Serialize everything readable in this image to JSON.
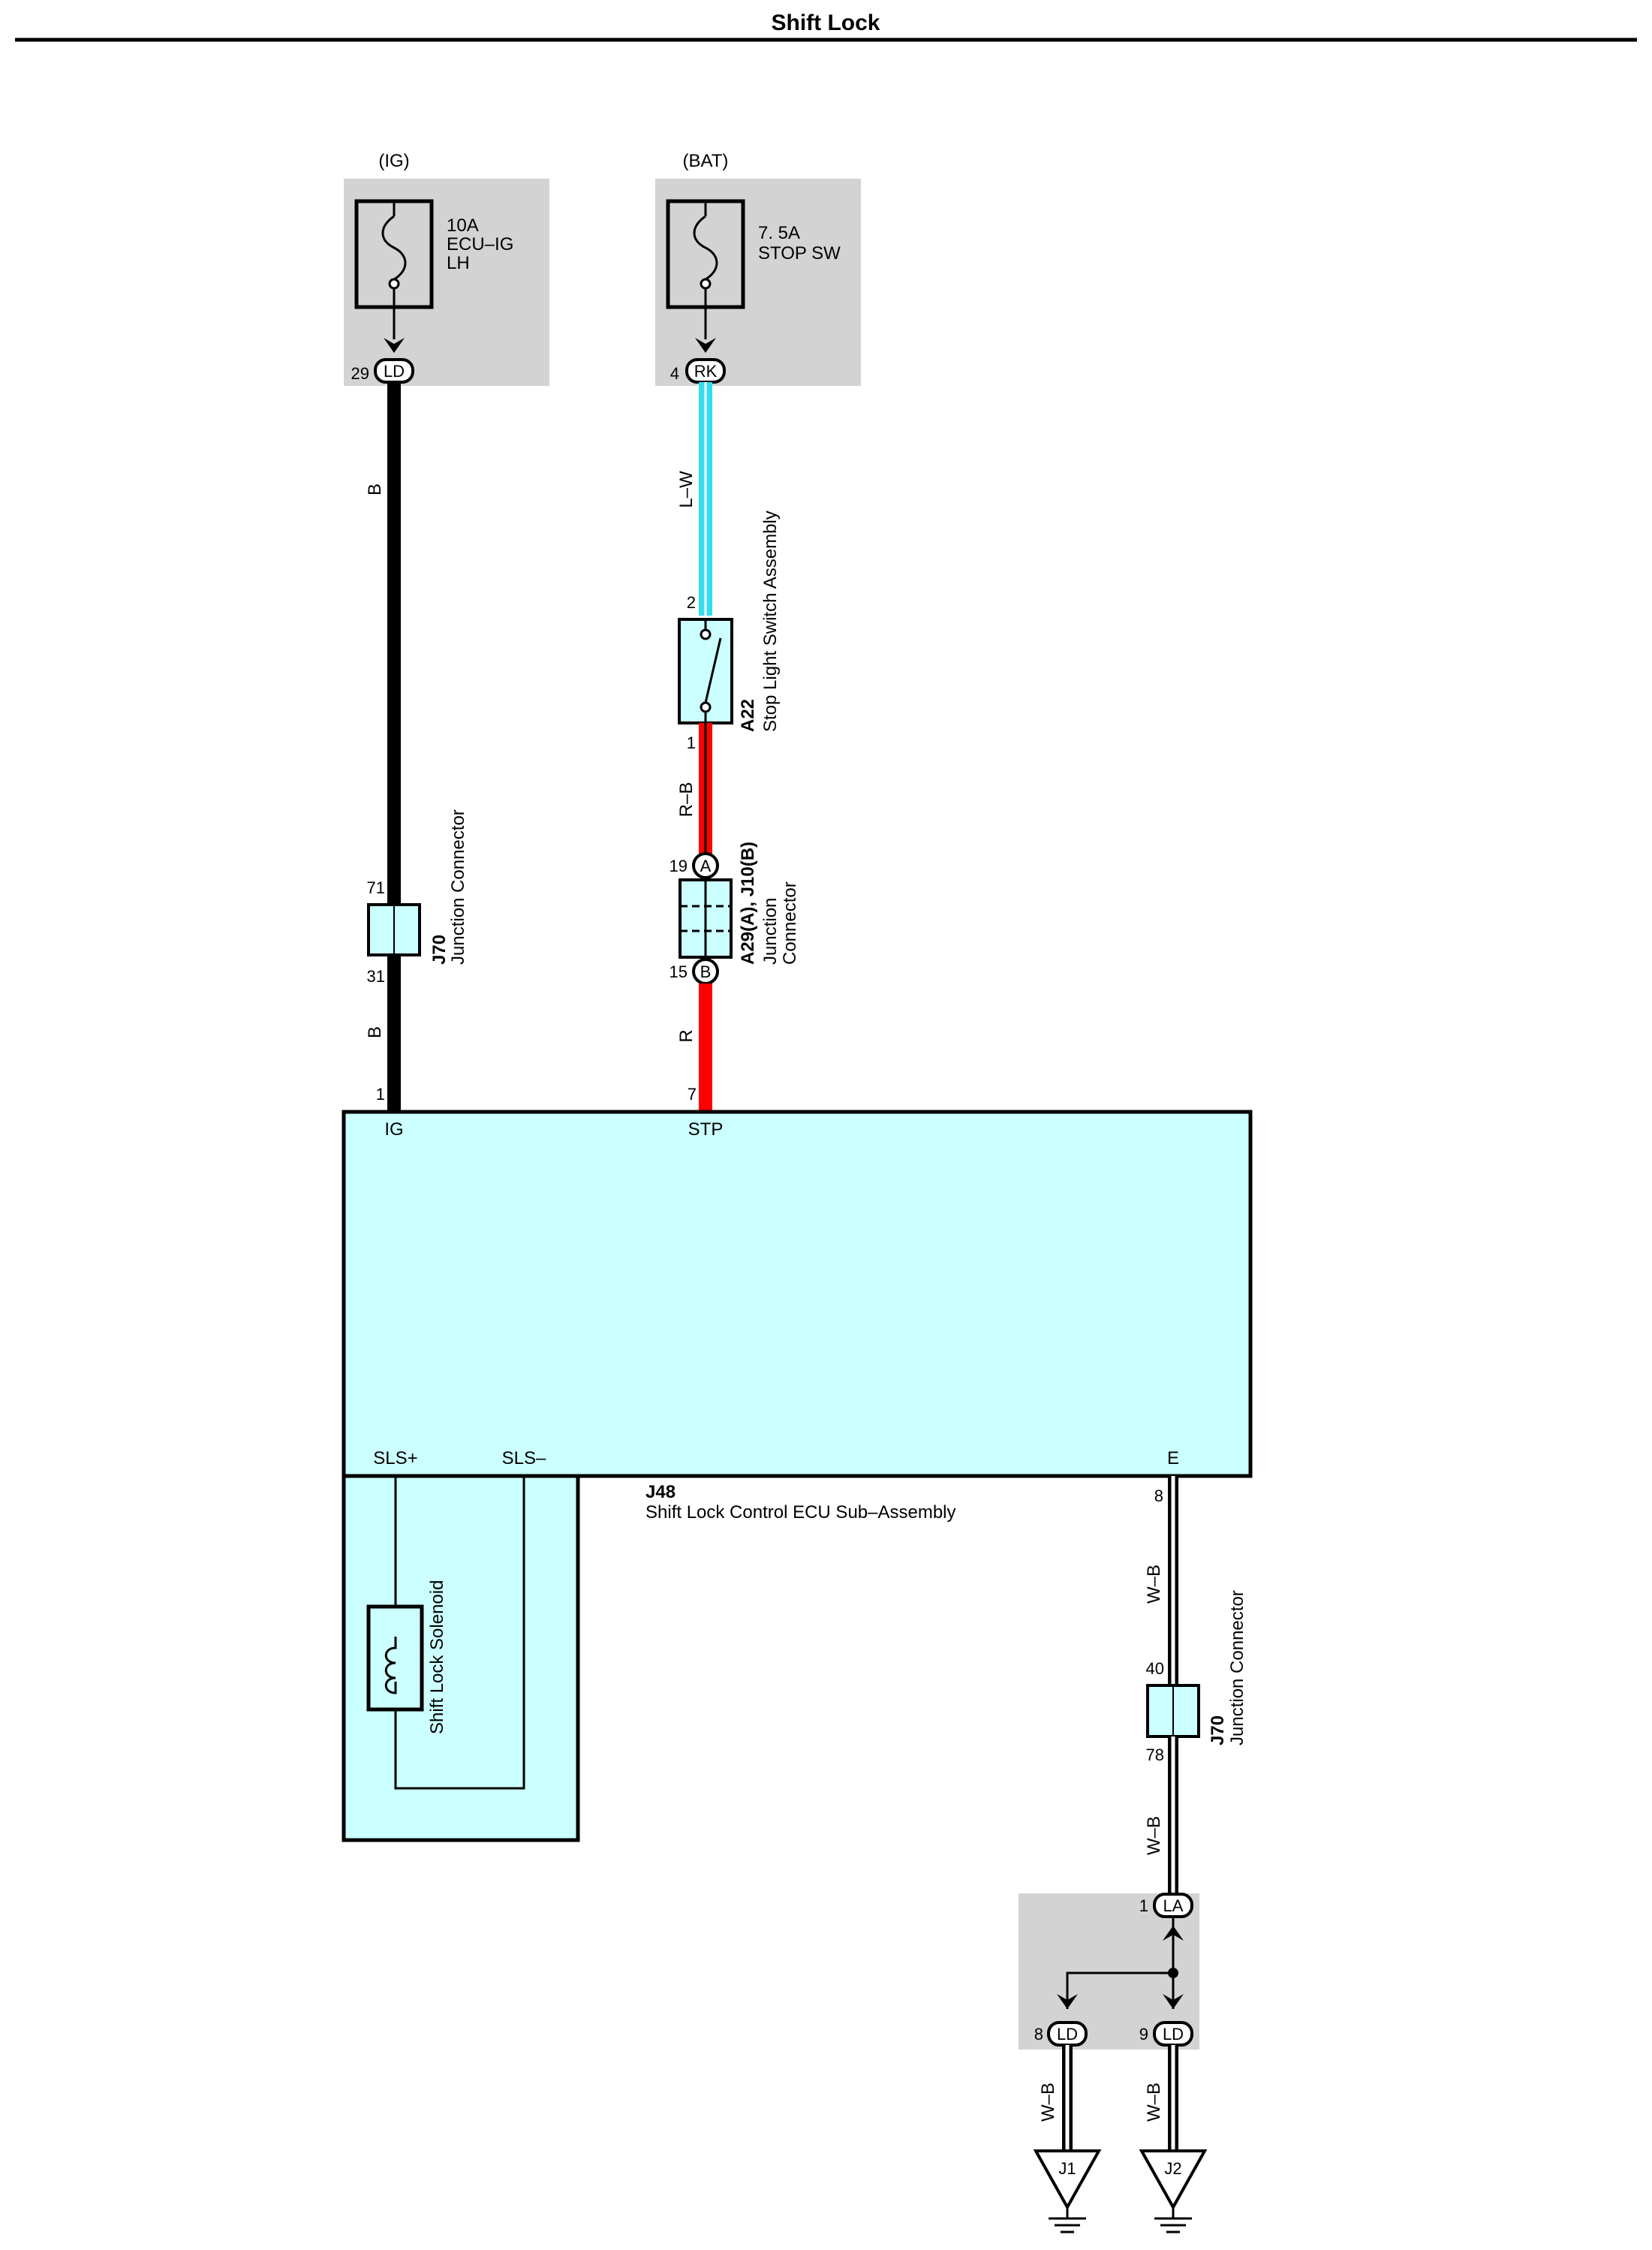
{
  "title": "Shift Lock",
  "power": {
    "ig_label": "(IG)",
    "bat_label": "(BAT)",
    "fuse1": {
      "amp": "10A",
      "name1": "ECU–IG",
      "name2": "LH",
      "pin": "29",
      "connector": "LD"
    },
    "fuse2": {
      "amp": "7. 5A",
      "name1": "STOP SW",
      "pin": "4",
      "connector": "RK"
    }
  },
  "wires": {
    "left_upper": "B",
    "left_lower": "B",
    "lw": "L–W",
    "rb": "R–B",
    "r": "R",
    "wb1": "W–B",
    "wb2": "W–B",
    "wb_j1": "W–B",
    "wb_j2": "W–B"
  },
  "stop_switch": {
    "id": "A22",
    "name": "Stop Light Switch Assembly",
    "pin_top": "2",
    "pin_bottom": "1"
  },
  "junction_a29": {
    "id": "A29(A), J10(B)",
    "name1": "Junction",
    "name2": "Connector",
    "pin_top": "19",
    "pin_top_letter": "A",
    "pin_bottom": "15",
    "pin_bottom_letter": "B"
  },
  "j70_left": {
    "id": "J70",
    "name": "Junction Connector",
    "pin_top": "71",
    "pin_bottom": "31"
  },
  "j70_right": {
    "id": "J70",
    "name": "Junction Connector",
    "pin_top": "40",
    "pin_bottom": "78"
  },
  "ecu": {
    "id": "J48",
    "name": "Shift Lock Control ECU Sub–Assembly",
    "pin_ig_num": "1",
    "pin_ig": "IG",
    "pin_stp_num": "7",
    "pin_stp": "STP",
    "pin_slsp": "SLS+",
    "pin_slsm": "SLS–",
    "pin_e": "E",
    "pin_e_num": "8"
  },
  "solenoid": {
    "name": "Shift Lock Solenoid"
  },
  "ground_block": {
    "pin_la": "1",
    "la": "LA",
    "pin8": "8",
    "ld8": "LD",
    "pin9": "9",
    "ld9": "LD"
  },
  "grounds": {
    "j1": "J1",
    "j2": "J2"
  },
  "colors": {
    "wire_black": "#000000",
    "wire_lw": "#33ddee",
    "wire_red": "#ff0000",
    "ecu_fill": "#ccffff",
    "block_gray": "#d3d3d3"
  }
}
